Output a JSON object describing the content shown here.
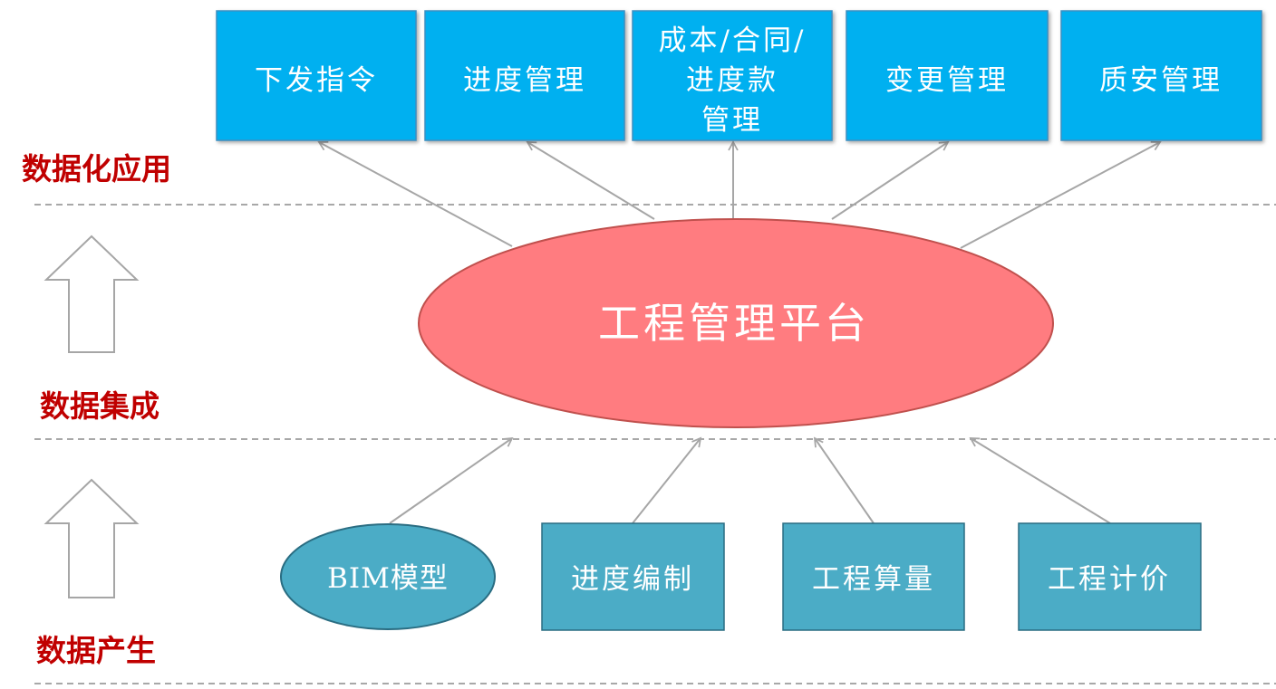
{
  "layers": {
    "application": "数据化应用",
    "integration": "数据集成",
    "generation": "数据产生"
  },
  "platform": {
    "label": "工程管理平台",
    "color": "#ff7c80"
  },
  "applications": [
    {
      "lines": [
        "下发指令"
      ]
    },
    {
      "lines": [
        "进度管理"
      ]
    },
    {
      "lines": [
        "成本/合同/",
        "进度款",
        "管理"
      ]
    },
    {
      "lines": [
        "变更管理"
      ]
    },
    {
      "lines": [
        "质安管理"
      ]
    }
  ],
  "sources": [
    {
      "lines": [
        "BIM模型"
      ],
      "shape": "ellipse"
    },
    {
      "lines": [
        "进度编制"
      ],
      "shape": "box"
    },
    {
      "lines": [
        "工程算量"
      ],
      "shape": "box"
    },
    {
      "lines": [
        "工程计价"
      ],
      "shape": "box"
    }
  ],
  "colors": {
    "application_box": "#00b0f0",
    "source_box": "#4bacc6",
    "layer_label": "#c00000"
  }
}
